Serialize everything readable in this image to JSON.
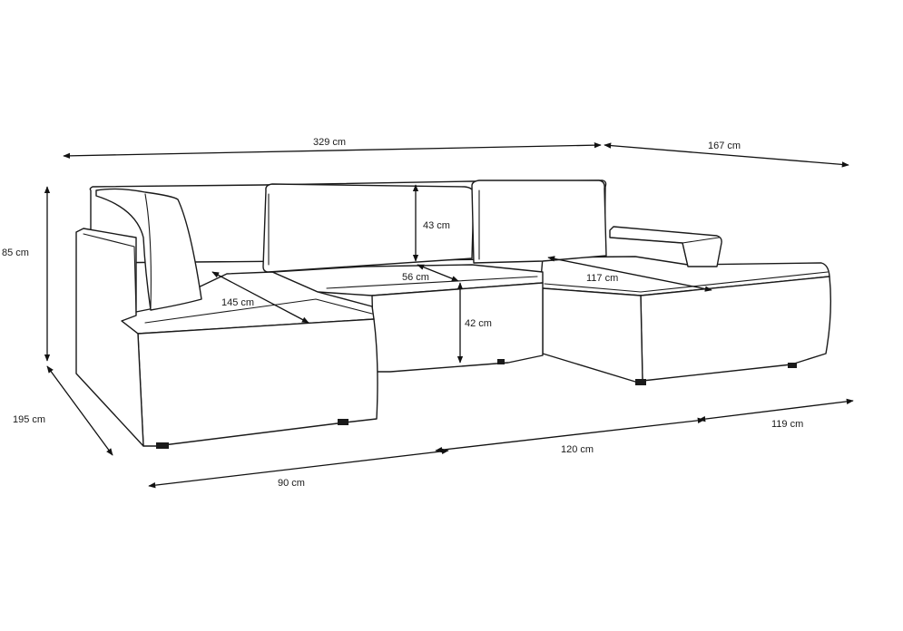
{
  "dimensions": {
    "total_width": "329 cm",
    "right_chaise_depth": "167 cm",
    "height": "85 cm",
    "left_depth": "195 cm",
    "left_module_width": "90 cm",
    "middle_module_width": "120 cm",
    "right_module_width": "119 cm",
    "back_cushion_height": "43 cm",
    "seat_depth": "56 cm",
    "seat_height": "42 cm",
    "left_chaise_length": "145 cm",
    "right_chaise_length": "117 cm"
  }
}
